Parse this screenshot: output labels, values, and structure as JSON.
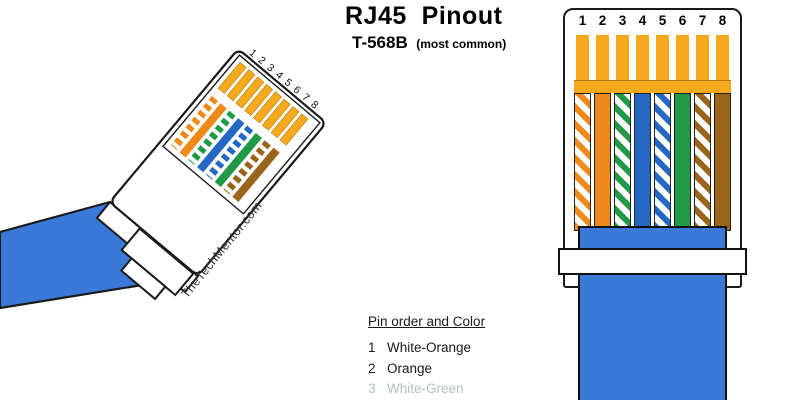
{
  "header": {
    "title": "RJ45  Pinout",
    "standard": "T-568B",
    "standard_note": "(most common)"
  },
  "watermark": "TheTechMentor.com",
  "pin_order": {
    "heading": "Pin order and Color",
    "items": [
      {
        "num": "1",
        "label": "White-Orange",
        "faded": false
      },
      {
        "num": "2",
        "label": "Orange",
        "faded": false
      },
      {
        "num": "3",
        "label": "White-Green",
        "faded": true
      }
    ]
  },
  "connector": {
    "contact_color": "#F7A91D",
    "cable_color": "#3B79D8",
    "pins": [
      {
        "num": "1",
        "color_name": "White-Orange",
        "style": "striped",
        "hex": "#EF8A1A"
      },
      {
        "num": "2",
        "color_name": "Orange",
        "style": "solid",
        "hex": "#EF8A1A"
      },
      {
        "num": "3",
        "color_name": "White-Green",
        "style": "striped",
        "hex": "#209A47"
      },
      {
        "num": "4",
        "color_name": "Blue",
        "style": "solid",
        "hex": "#2268C4"
      },
      {
        "num": "5",
        "color_name": "White-Blue",
        "style": "striped",
        "hex": "#2268C4"
      },
      {
        "num": "6",
        "color_name": "Green",
        "style": "solid",
        "hex": "#209A47"
      },
      {
        "num": "7",
        "color_name": "White-Brown",
        "style": "striped",
        "hex": "#9A641A"
      },
      {
        "num": "8",
        "color_name": "Brown",
        "style": "solid",
        "hex": "#9A641A"
      }
    ]
  }
}
